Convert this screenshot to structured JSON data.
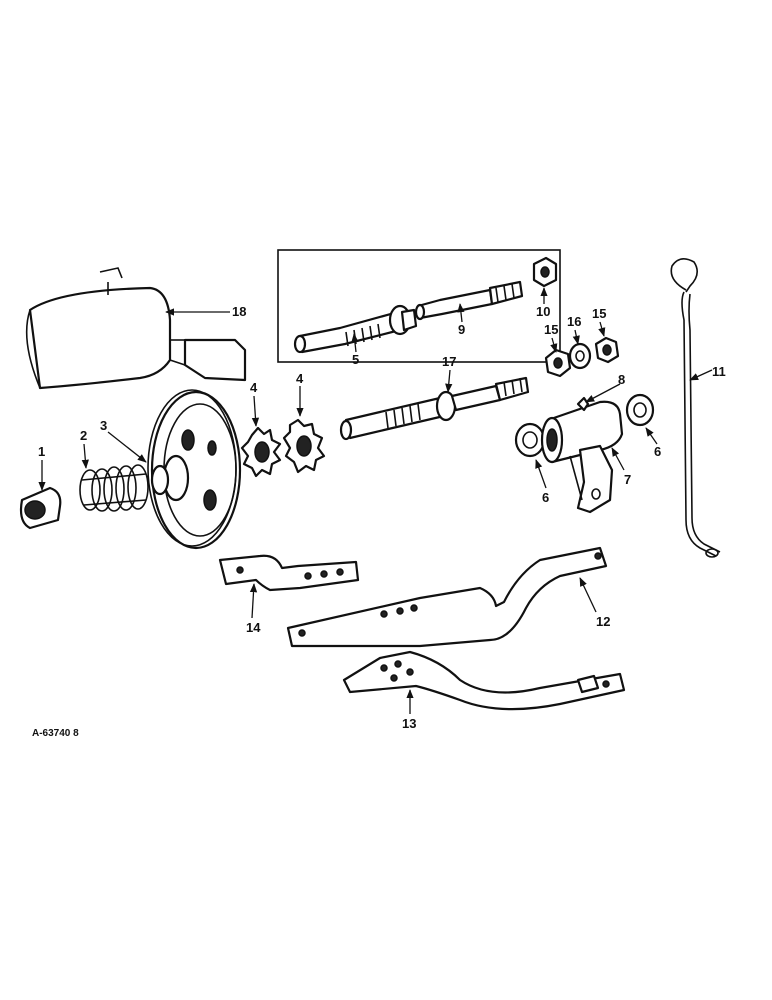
{
  "figure_code": "A-63740 8",
  "labels": {
    "l1": "1",
    "l2": "2",
    "l3": "3",
    "l4a": "4",
    "l4b": "4",
    "l5": "5",
    "l6a": "6",
    "l6b": "6",
    "l7": "7",
    "l8": "8",
    "l9": "9",
    "l10": "10",
    "l11": "11",
    "l12": "12",
    "l13": "13",
    "l14": "14",
    "l15a": "15",
    "l15b": "15",
    "l16": "16",
    "l17": "17",
    "l18": "18"
  }
}
